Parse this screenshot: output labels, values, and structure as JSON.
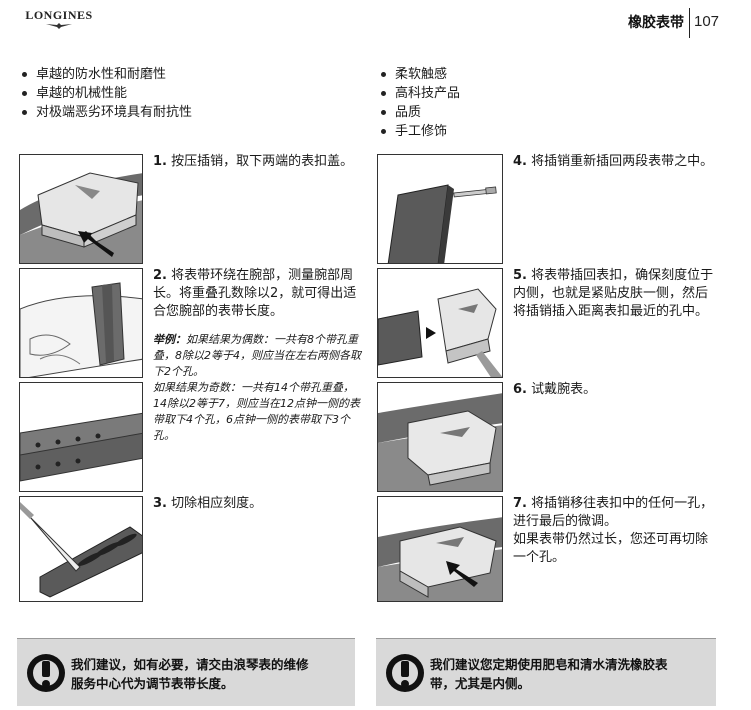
{
  "header": {
    "brand": "LONGINES",
    "title": "橡胶表带",
    "page_number": "107"
  },
  "features_left": [
    "卓越的防水性和耐磨性",
    "卓越的机械性能",
    "对极端恶劣环境具有耐抗性"
  ],
  "features_right": [
    "柔软触感",
    "高科技产品",
    "品质",
    "手工修饰"
  ],
  "steps": {
    "s1": {
      "num": "1.",
      "text": "按压插销，取下两端的表扣盖。"
    },
    "s2": {
      "num": "2.",
      "text": "将表带环绕在腕部，测量腕部周长。将重叠孔数除以2，就可得出适合您腕部的表带长度。"
    },
    "s2_example": {
      "label": "举例：",
      "even": "如果结果为偶数：一共有8个带孔重叠，8除以2等于4，则应当在左右两侧各取下2个孔。",
      "odd": "如果结果为奇数：一共有14个带孔重叠，14除以2等于7，则应当在12点钟一侧的表带取下4个孔，6点钟一侧的表带取下3个孔。"
    },
    "s3": {
      "num": "3.",
      "text": "切除相应刻度。"
    },
    "s4": {
      "num": "4.",
      "text": "将插销重新插回两段表带之中。"
    },
    "s5": {
      "num": "5.",
      "text": "将表带插回表扣，确保刻度位于内侧，也就是紧贴皮肤一侧，然后将插销插入距离表扣最近的孔中。"
    },
    "s6": {
      "num": "6.",
      "text": "试戴腕表。"
    },
    "s7": {
      "num": "7.",
      "text": "将插销移往表扣中的任何一孔，进行最后的微调。",
      "extra": "如果表带仍然过长，您还可再切除一个孔。"
    }
  },
  "warnings": {
    "left": {
      "line1": "我们建议，如有必要，请交由浪琴表的维修",
      "line2": "服务中心代为调节表带长度。"
    },
    "right": {
      "line1": "我们建议您定期使用肥皂和清水清洗橡胶表",
      "line2": "带，尤其是内侧。"
    }
  }
}
